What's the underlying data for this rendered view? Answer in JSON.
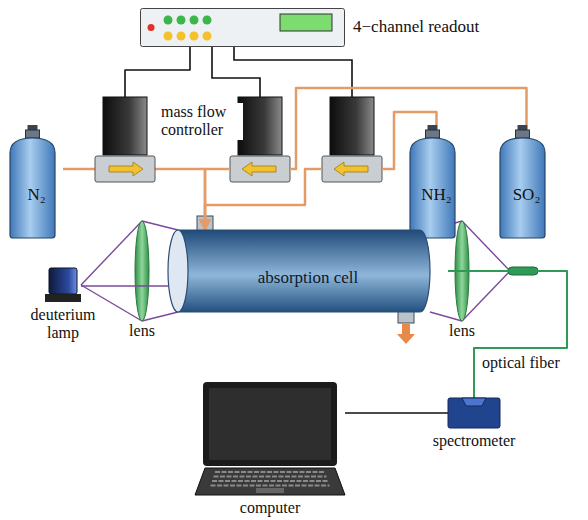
{
  "diagram": {
    "nodes": [
      {
        "text": [
          "4−channel readout"
        ]
      },
      {
        "text": [
          "mass flow controller"
        ]
      },
      {
        "text": [
          "N₂"
        ]
      },
      {
        "text": [
          "NH₂"
        ]
      },
      {
        "text": [
          "SO₂"
        ]
      },
      {
        "text": [
          "absorption cell"
        ]
      },
      {
        "text": [
          "deuterium lamp"
        ]
      },
      {
        "text": [
          "spectrometer"
        ]
      },
      {
        "text": [
          "computer"
        ]
      }
    ],
    "edges": [
      {
        "from": 0,
        "to": 1,
        "arrow": "none"
      },
      {
        "from": 2,
        "to": 1,
        "arrow": "none"
      },
      {
        "from": 1,
        "to": 5,
        "arrow": "to"
      },
      {
        "from": 3,
        "to": 5,
        "arrow": "to"
      },
      {
        "from": 4,
        "to": 5,
        "arrow": "to"
      },
      {
        "from": 6,
        "to": 5,
        "arrow": "none"
      },
      {
        "from": 5,
        "to": 7,
        "arrow": "none"
      },
      {
        "from": 7,
        "to": 8,
        "arrow": "none"
      }
    ],
    "labels": [
      "lens",
      "lens",
      "optical fiber"
    ]
  }
}
